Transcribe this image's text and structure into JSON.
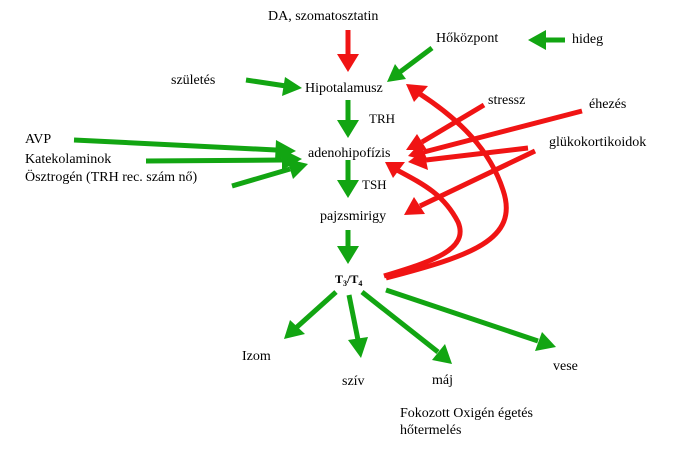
{
  "colors": {
    "stimulate": "#12a512",
    "inhibit": "#f01414",
    "text": "#000000"
  },
  "labels": {
    "da": "DA, szomatosztatin",
    "hokozpont": "Hőközpont",
    "hideg": "hideg",
    "szuletes": "születés",
    "hipotalamusz": "Hipotalamusz",
    "trh": "TRH",
    "stressz": "stressz",
    "ehezes": "éhezés",
    "avp": "AVP",
    "katekol": "Katekolaminok",
    "osztrogen": "Ösztrogén (TRH rec. szám nő)",
    "adenohipofizis": "adenohipofízis",
    "glukokortikoidok": "glükokortikoidok",
    "tsh": "TSH",
    "pajzsmirigy": "pajzsmirigy",
    "t3t4": {
      "t": "T",
      "s3": "3",
      "sep": "/T",
      "s4": "4"
    },
    "izom": "Izom",
    "sziv": "szív",
    "maj": "máj",
    "vese": "vese",
    "oxigen": "Fokozott Oxigén égetés",
    "hotermeles": "hőtermelés"
  }
}
